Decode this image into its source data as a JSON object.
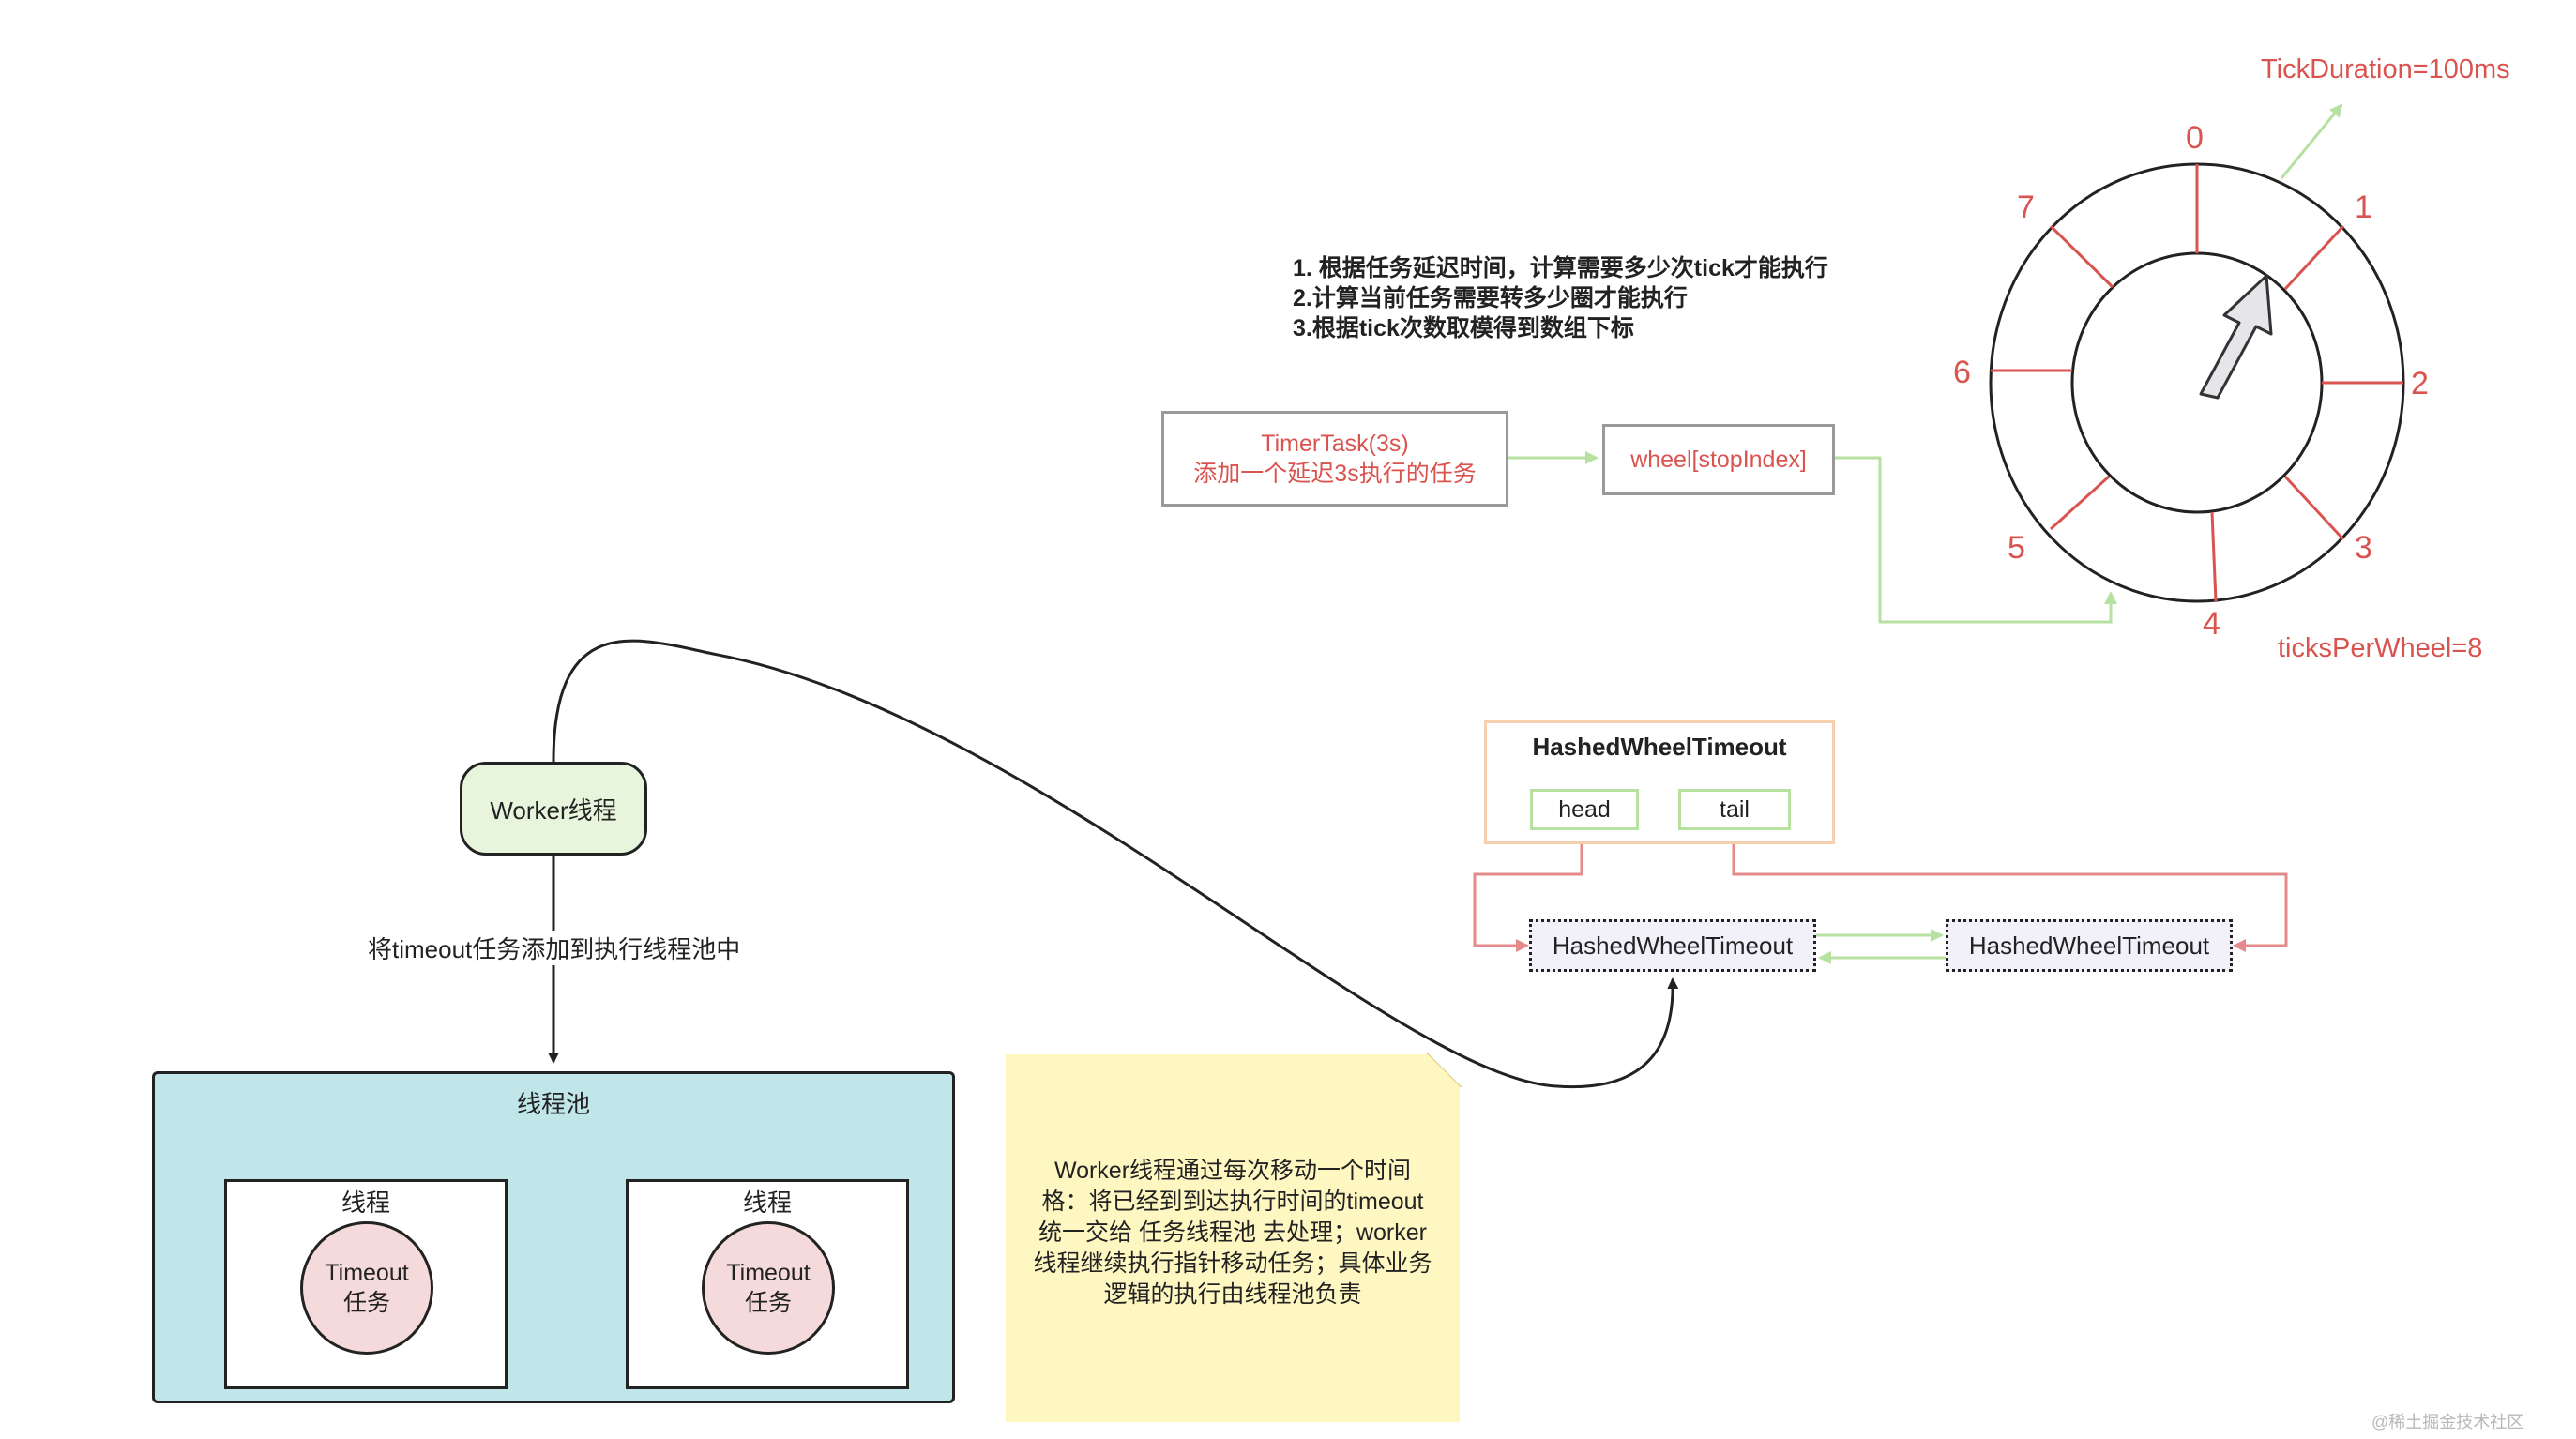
{
  "steps": {
    "line1": "1. 根据任务延迟时间，计算需要多少次tick才能执行",
    "line2": "2.计算当前任务需要转多少圈才能执行",
    "line3": "3.根据tick次数取模得到数组下标"
  },
  "timer_task": {
    "line1": "TimerTask(3s)",
    "line2": "添加一个延迟3s执行的任务"
  },
  "wheel_slot": {
    "label": "wheel[stopIndex]"
  },
  "wheel": {
    "tick_duration": "TickDuration=100ms",
    "ticks_per_wheel": "ticksPerWheel=8",
    "slots": [
      "0",
      "1",
      "2",
      "3",
      "4",
      "5",
      "6",
      "7"
    ]
  },
  "hashed_timeout_group": {
    "title": "HashedWheelTimeout",
    "head": "head",
    "tail": "tail"
  },
  "timeout_nodes": [
    "HashedWheelTimeout",
    "HashedWheelTimeout"
  ],
  "worker": {
    "label": "Worker线程"
  },
  "edge_label": "将timeout任务添加到执行线程池中",
  "thread_pool": {
    "title": "线程池",
    "threads": [
      {
        "title": "线程",
        "task_line1": "Timeout",
        "task_line2": "任务"
      },
      {
        "title": "线程",
        "task_line1": "Timeout",
        "task_line2": "任务"
      }
    ]
  },
  "note": {
    "lines": [
      "Worker线程通过每次移动一个时间",
      "格：将已经到到达执行时间的timeout",
      "统一交给 任务线程池 去处理；worker",
      "线程继续执行指针移动任务；具体业务",
      "逻辑的执行由线程池负责"
    ]
  },
  "watermark": "@稀土掘金技术社区",
  "colors": {
    "red": "#d9534f",
    "green_line": "#b7e1a1",
    "pool_fill": "#c1e6ea",
    "worker_fill": "#e6f5dc",
    "note_fill": "#fff7c2",
    "task_fill": "#f4dada",
    "peach": "#f5cfae"
  }
}
